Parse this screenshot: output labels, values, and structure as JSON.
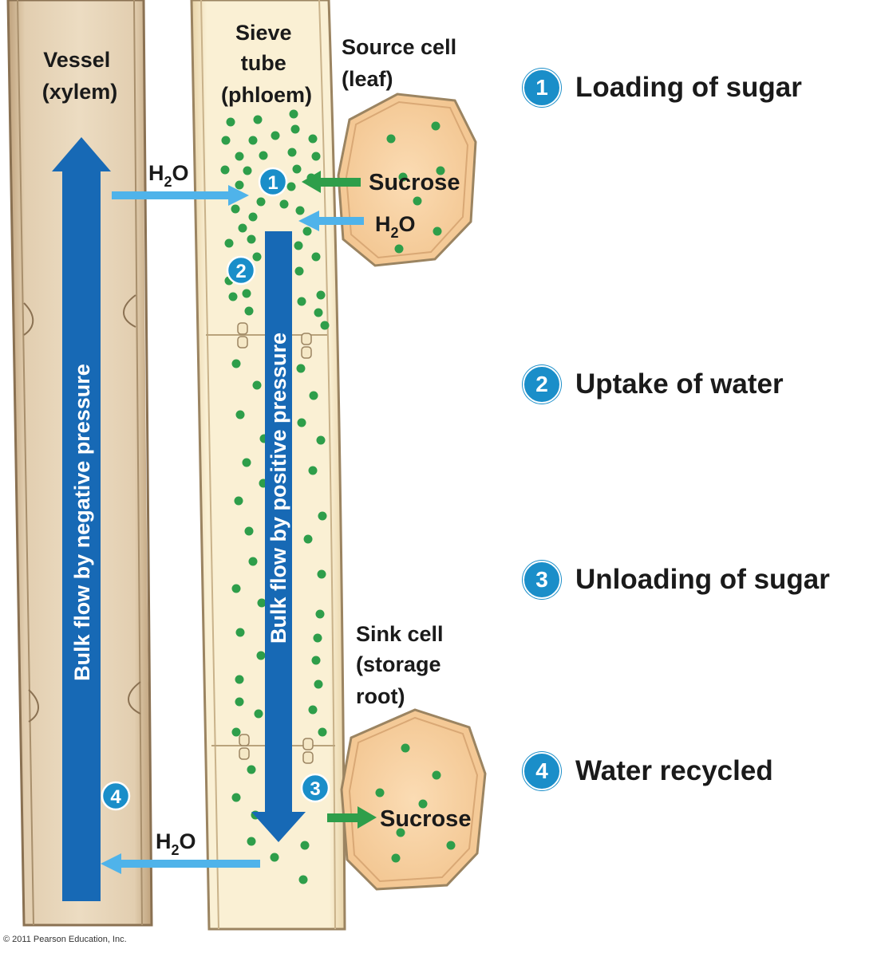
{
  "labels": {
    "vessel": [
      "Vessel",
      "(xylem)"
    ],
    "sieve": [
      "Sieve",
      "tube",
      "(phloem)"
    ],
    "source": [
      "Source cell",
      "(leaf)"
    ],
    "sink": [
      "Sink cell",
      "(storage",
      "root)"
    ],
    "h2o": "H",
    "h2o_sub": "2",
    "h2o_tail": "O",
    "sucrose": "Sucrose",
    "negative_flow": "Bulk flow by negative pressure",
    "positive_flow": "Bulk flow by positive pressure"
  },
  "markers": [
    "1",
    "2",
    "3",
    "4"
  ],
  "steps": [
    {
      "num": "1",
      "text": "Loading of sugar"
    },
    {
      "num": "2",
      "text": "Uptake of water"
    },
    {
      "num": "3",
      "text": "Unloading of sugar"
    },
    {
      "num": "4",
      "text": "Water recycled"
    }
  ],
  "copyright": "© 2011 Pearson Education, Inc.",
  "colors": {
    "flow_arrow": "#1769b5",
    "water_arrow": "#4fb3ea",
    "sucrose_arrow": "#2e9e4a",
    "marker": "#1a8ec9",
    "sugar_dot": "#2e9e4a",
    "xylem": "#d9c3a0",
    "phloem": "#f8eccb",
    "cell": "#f5cfa0"
  }
}
